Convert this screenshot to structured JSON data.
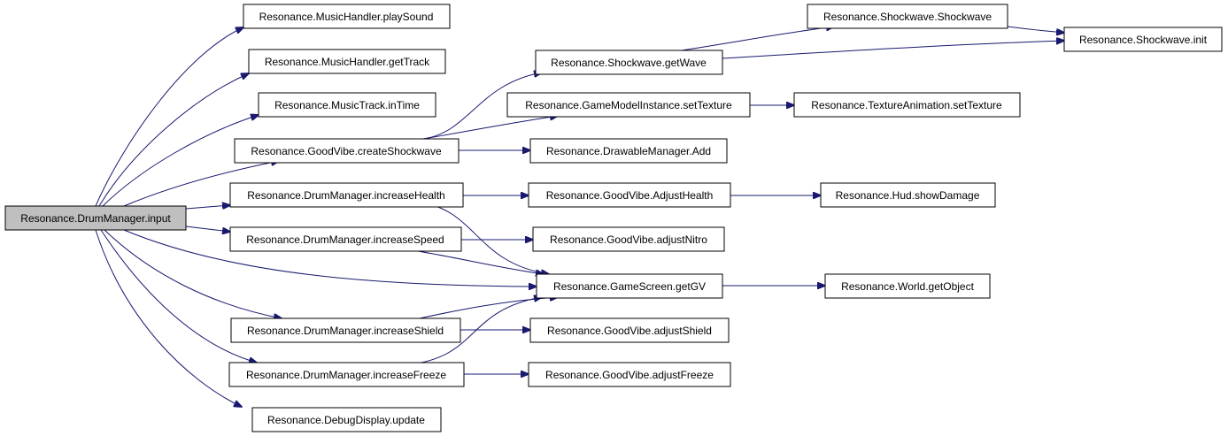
{
  "graph": {
    "edge_color": "#191970",
    "root_fill": "#bfbfbf",
    "nodes": {
      "root": "Resonance.DrumManager.input",
      "playSound": "Resonance.MusicHandler.playSound",
      "getTrack": "Resonance.MusicHandler.getTrack",
      "inTime": "Resonance.MusicTrack.inTime",
      "createShockwave": "Resonance.GoodVibe.createShockwave",
      "increaseHealth": "Resonance.DrumManager.increaseHealth",
      "increaseSpeed": "Resonance.DrumManager.increaseSpeed",
      "increaseShield": "Resonance.DrumManager.increaseShield",
      "increaseFreeze": "Resonance.DrumManager.increaseFreeze",
      "debugUpdate": "Resonance.DebugDisplay.update",
      "getWave": "Resonance.Shockwave.getWave",
      "setTexture": "Resonance.GameModelInstance.setTexture",
      "drawableAdd": "Resonance.DrawableManager.Add",
      "adjustHealth": "Resonance.GoodVibe.AdjustHealth",
      "adjustNitro": "Resonance.GoodVibe.adjustNitro",
      "getGV": "Resonance.GameScreen.getGV",
      "adjustShield": "Resonance.GoodVibe.adjustShield",
      "adjustFreeze": "Resonance.GoodVibe.adjustFreeze",
      "shockwaveCtor": "Resonance.Shockwave.Shockwave",
      "shockwaveInit": "Resonance.Shockwave.init",
      "animSetTexture": "Resonance.TextureAnimation.setTexture",
      "showDamage": "Resonance.Hud.showDamage",
      "getObject": "Resonance.World.getObject"
    },
    "edges": [
      [
        "root",
        "playSound"
      ],
      [
        "root",
        "getTrack"
      ],
      [
        "root",
        "inTime"
      ],
      [
        "root",
        "createShockwave"
      ],
      [
        "root",
        "increaseHealth"
      ],
      [
        "root",
        "increaseSpeed"
      ],
      [
        "root",
        "getGV"
      ],
      [
        "root",
        "increaseShield"
      ],
      [
        "root",
        "increaseFreeze"
      ],
      [
        "root",
        "debugUpdate"
      ],
      [
        "createShockwave",
        "getWave"
      ],
      [
        "createShockwave",
        "setTexture"
      ],
      [
        "createShockwave",
        "drawableAdd"
      ],
      [
        "getWave",
        "shockwaveCtor"
      ],
      [
        "getWave",
        "shockwaveInit"
      ],
      [
        "shockwaveCtor",
        "shockwaveInit"
      ],
      [
        "setTexture",
        "animSetTexture"
      ],
      [
        "increaseHealth",
        "adjustHealth"
      ],
      [
        "increaseHealth",
        "getGV"
      ],
      [
        "adjustHealth",
        "showDamage"
      ],
      [
        "increaseSpeed",
        "adjustNitro"
      ],
      [
        "increaseSpeed",
        "getGV"
      ],
      [
        "increaseShield",
        "getGV"
      ],
      [
        "increaseShield",
        "adjustShield"
      ],
      [
        "increaseFreeze",
        "getGV"
      ],
      [
        "increaseFreeze",
        "adjustFreeze"
      ],
      [
        "getGV",
        "getObject"
      ]
    ]
  }
}
